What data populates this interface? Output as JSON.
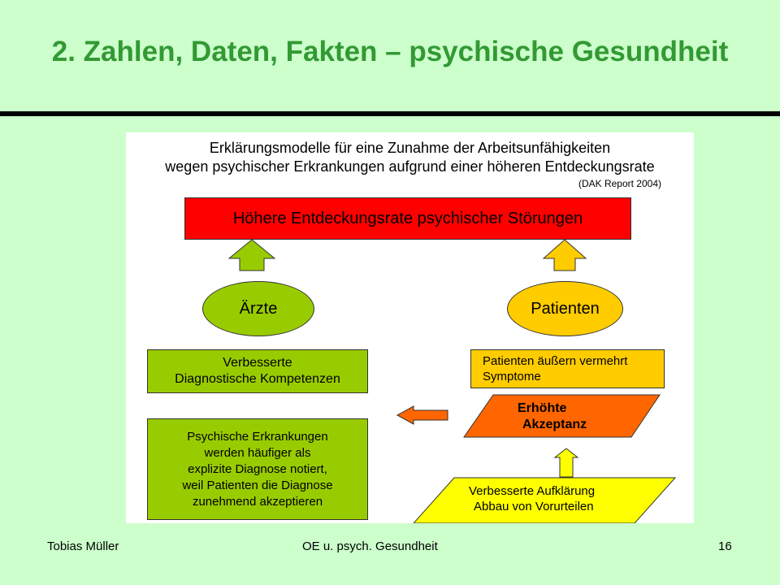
{
  "slide": {
    "title": "2. Zahlen, Daten, Fakten – psychische Gesundheit"
  },
  "diagram": {
    "heading_line1": "Erklärungsmodelle für eine Zunahme der Arbeitsunfähigkeiten",
    "heading_line2": "wegen psychischer Erkrankungen aufgrund einer höheren Entdeckungsrate",
    "source": "(DAK Report 2004)",
    "top_box": "Höhere Entdeckungsrate psychischer Störungen",
    "left_ellipse": "Ärzte",
    "right_ellipse": "Patienten",
    "left_box1_line1": "Verbesserte",
    "left_box1_line2": "Diagnostische Kompetenzen",
    "left_box2_line1": "Psychische Erkrankungen",
    "left_box2_line2": "werden häufiger als",
    "left_box2_line3": "explizite Diagnose notiert,",
    "left_box2_line4": "weil Patienten die Diagnose",
    "left_box2_line5": "zunehmend akzeptieren",
    "right_box1_line1": "Patienten äußern vermehrt",
    "right_box1_line2": "Symptome",
    "right_para1_line1": "Erhöhte",
    "right_para1_line2": "Akzeptanz",
    "right_para2_line1": "Verbesserte Aufklärung",
    "right_para2_line2": "Abbau von Vorurteilen",
    "colors": {
      "title": "#339933",
      "background": "#ccffcc",
      "red": "#ff0000",
      "green": "#99cc00",
      "orange_box": "#ffcc00",
      "orange_para": "#ff6600",
      "yellow_para": "#ffff00"
    }
  },
  "footer": {
    "author": "Tobias Müller",
    "course": "OE u. psych. Gesundheit",
    "page": "16"
  }
}
